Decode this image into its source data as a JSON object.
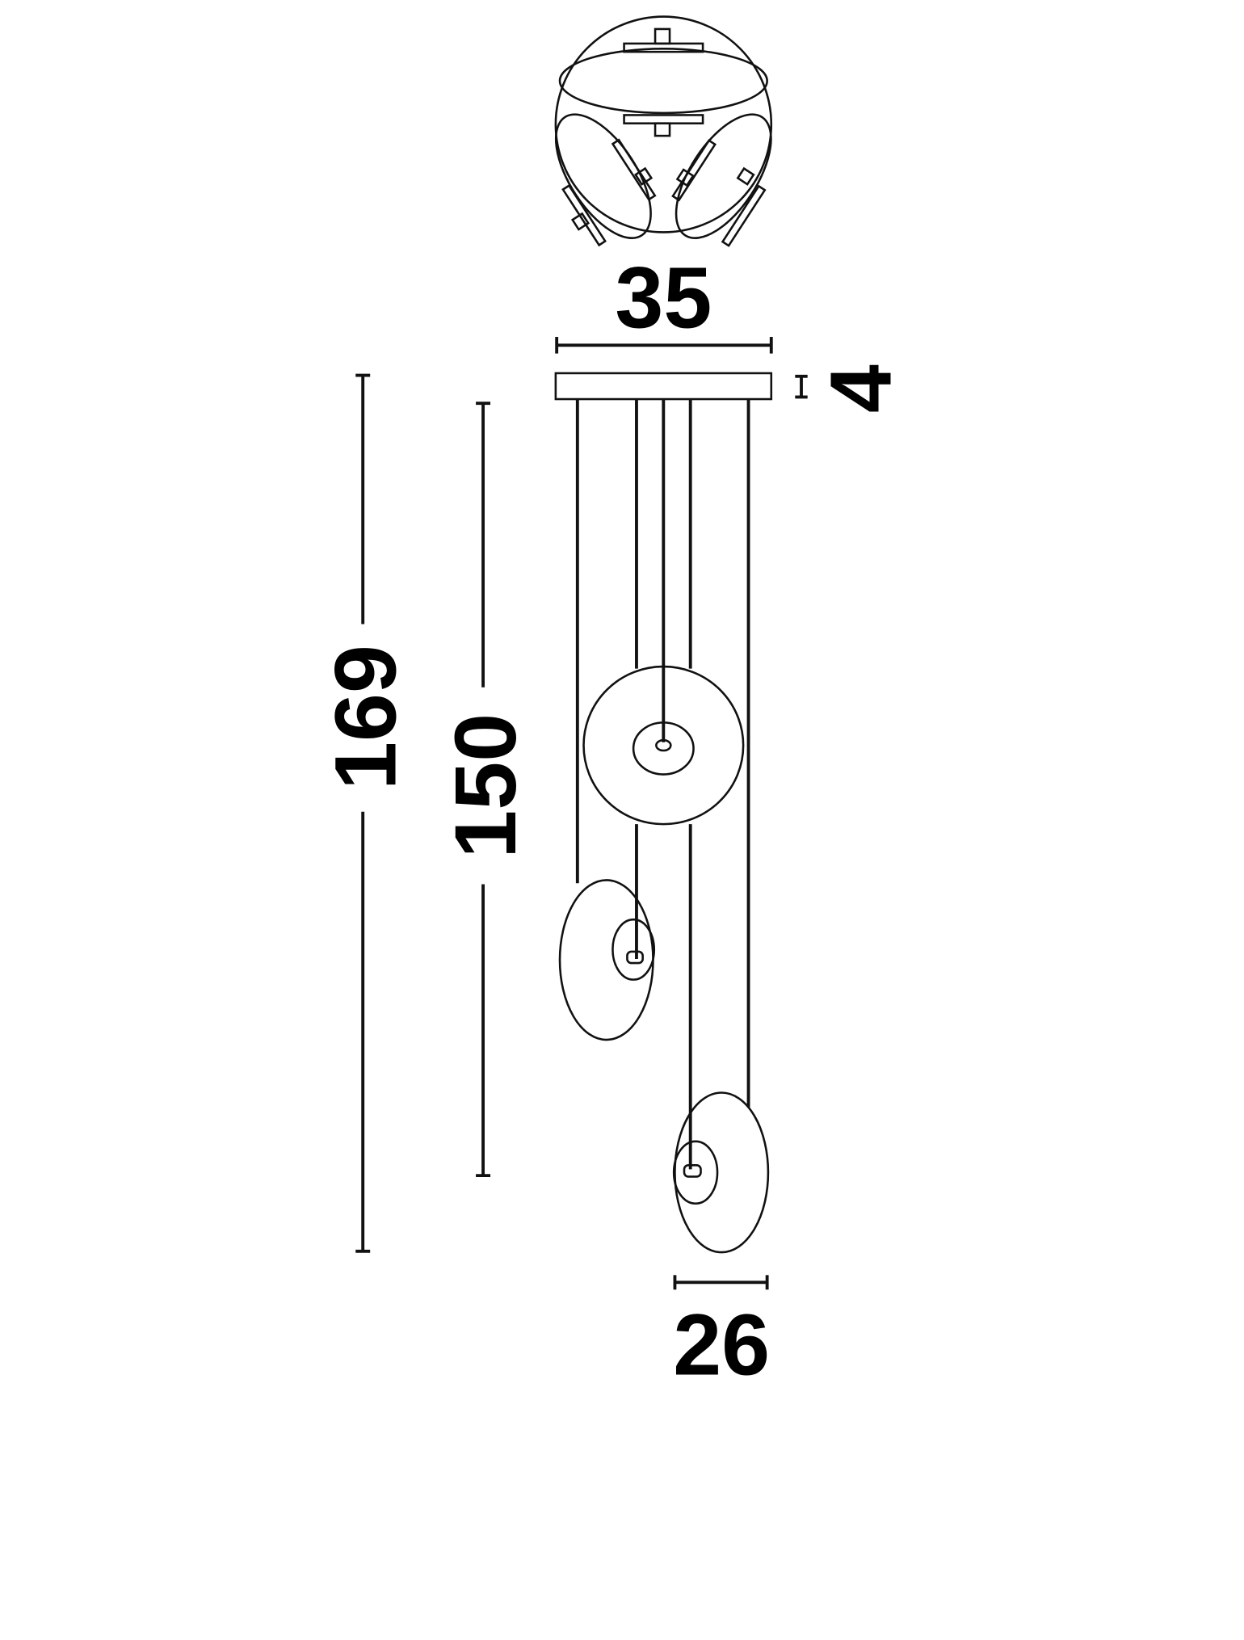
{
  "dimensions": {
    "canopy_width": "35",
    "canopy_height": "4",
    "total_height": "169",
    "drop_height": "150",
    "shade_diameter": "26"
  },
  "colors": {
    "line": "#111111",
    "background": "#ffffff"
  }
}
